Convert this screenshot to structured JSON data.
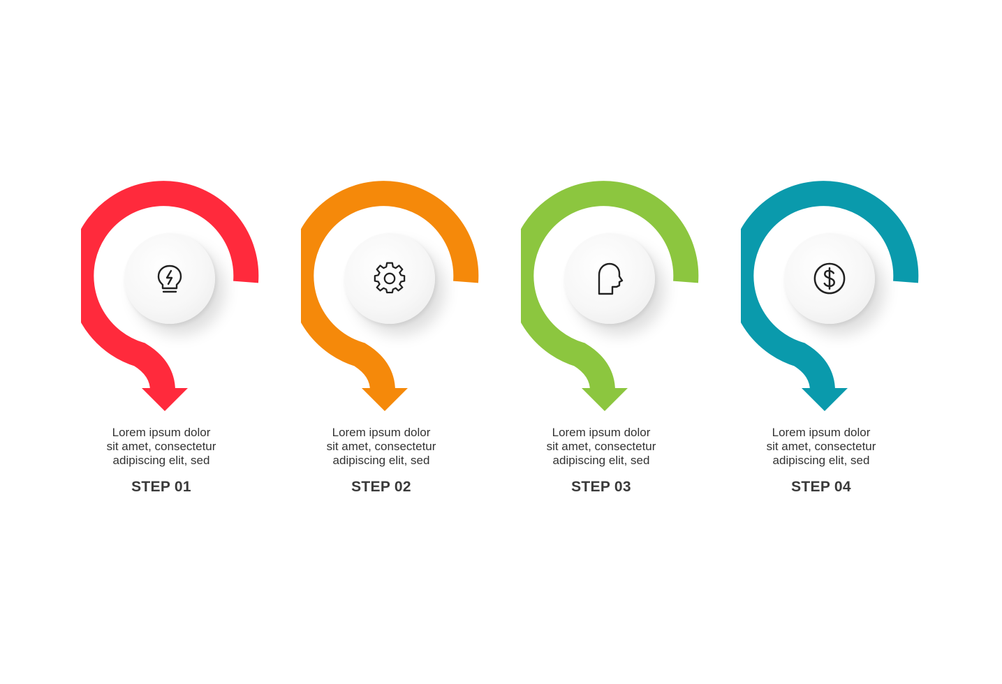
{
  "steps": [
    {
      "label": "STEP 01",
      "text_lines": [
        "Lorem ipsum dolor",
        "sit amet, consectetur",
        "adipiscing elit, sed"
      ],
      "color": "#ff2a3c",
      "icon": "lightbulb-icon"
    },
    {
      "label": "STEP 02",
      "text_lines": [
        "Lorem ipsum dolor",
        "sit amet, consectetur",
        "adipiscing elit, sed"
      ],
      "color": "#f5890a",
      "icon": "gear-icon"
    },
    {
      "label": "STEP 03",
      "text_lines": [
        "Lorem ipsum dolor",
        "sit amet, consectetur",
        "adipiscing elit, sed"
      ],
      "color": "#8cc63f",
      "icon": "head-profile-icon"
    },
    {
      "label": "STEP 04",
      "text_lines": [
        "Lorem ipsum dolor",
        "sit amet, consectetur",
        "adipiscing elit, sed"
      ],
      "color": "#0a9aac",
      "icon": "dollar-icon"
    }
  ]
}
